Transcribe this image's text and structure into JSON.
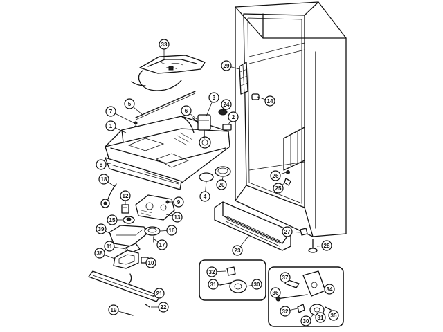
{
  "callouts": [
    {
      "id": "33",
      "label": "33"
    },
    {
      "id": "29",
      "label": "29"
    },
    {
      "id": "14",
      "label": "14"
    },
    {
      "id": "5",
      "label": "5"
    },
    {
      "id": "3",
      "label": "3"
    },
    {
      "id": "24",
      "label": "24"
    },
    {
      "id": "7",
      "label": "7"
    },
    {
      "id": "6",
      "label": "6"
    },
    {
      "id": "2",
      "label": "2"
    },
    {
      "id": "1",
      "label": "1"
    },
    {
      "id": "8",
      "label": "8"
    },
    {
      "id": "20",
      "label": "20"
    },
    {
      "id": "4",
      "label": "4"
    },
    {
      "id": "26",
      "label": "26"
    },
    {
      "id": "25",
      "label": "25"
    },
    {
      "id": "18",
      "label": "18"
    },
    {
      "id": "12",
      "label": "12"
    },
    {
      "id": "9",
      "label": "9"
    },
    {
      "id": "13",
      "label": "13"
    },
    {
      "id": "15",
      "label": "15"
    },
    {
      "id": "39",
      "label": "39"
    },
    {
      "id": "16",
      "label": "16"
    },
    {
      "id": "17",
      "label": "17"
    },
    {
      "id": "11",
      "label": "11"
    },
    {
      "id": "38",
      "label": "38"
    },
    {
      "id": "10",
      "label": "10"
    },
    {
      "id": "27",
      "label": "27"
    },
    {
      "id": "23",
      "label": "23"
    },
    {
      "id": "28",
      "label": "28"
    },
    {
      "id": "32a",
      "label": "32"
    },
    {
      "id": "31a",
      "label": "31"
    },
    {
      "id": "30a",
      "label": "30"
    },
    {
      "id": "37",
      "label": "37"
    },
    {
      "id": "34",
      "label": "34"
    },
    {
      "id": "36",
      "label": "36"
    },
    {
      "id": "32b",
      "label": "32"
    },
    {
      "id": "30b",
      "label": "30"
    },
    {
      "id": "31b",
      "label": "31"
    },
    {
      "id": "35",
      "label": "35"
    },
    {
      "id": "21",
      "label": "21"
    },
    {
      "id": "22",
      "label": "22"
    },
    {
      "id": "19",
      "label": "19"
    }
  ]
}
